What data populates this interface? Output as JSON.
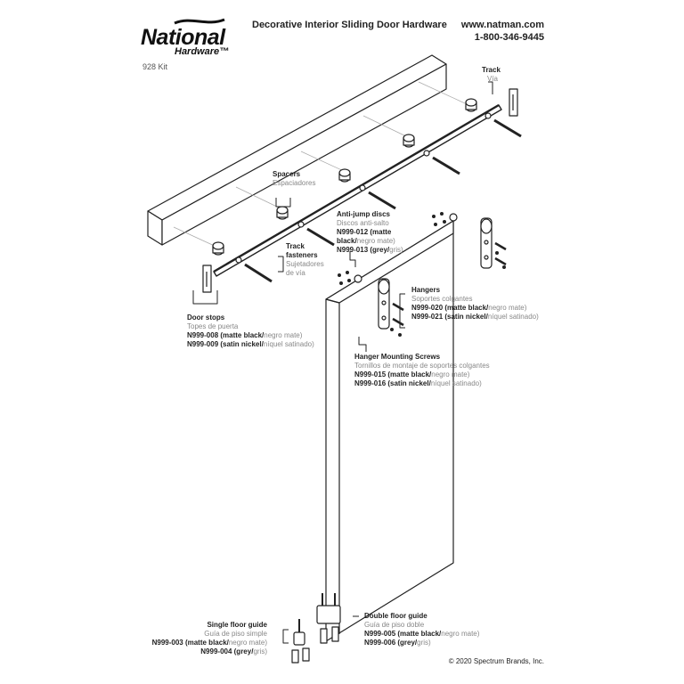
{
  "header": {
    "brand_top": "National",
    "brand_bottom": "Hardware",
    "trademark": "™",
    "kit": "928 Kit",
    "title": "Decorative Interior Sliding Door Hardware",
    "website": "www.natman.com",
    "phone": "1-800-346-9445"
  },
  "callouts": {
    "track": {
      "en": "Track",
      "es": "Vía"
    },
    "spacers": {
      "en": "Spacers",
      "es": "Espaciadores"
    },
    "track_fasteners": {
      "en1": "Track",
      "en2": "fasteners",
      "es1": "Sujetadores",
      "es2": "de vía"
    },
    "anti_jump": {
      "en": "Anti-jump discs",
      "es": "Discos anti-salto",
      "p1a": "N999-012 (matte",
      "p1b_bold": "black/",
      "p1b_gray": "negro mate)",
      "p2_bold": "N999-013 (grey/",
      "p2_gray": "gris)"
    },
    "hangers": {
      "en": "Hangers",
      "es": "Soportes colgantes",
      "p1_bold": "N999-020 (matte black/",
      "p1_gray": "negro mate)",
      "p2_bold": "N999-021 (satin nickel/",
      "p2_gray": "níquel satinado)"
    },
    "door_stops": {
      "en": "Door stops",
      "es": "Topes de puerta",
      "p1_bold": "N999-008 (matte black/",
      "p1_gray": "negro mate)",
      "p2_bold": "N999-009 (satin nickel/",
      "p2_gray": "níquel satinado)"
    },
    "hanger_screws": {
      "en": "Hanger Mounting Screws",
      "es": "Tornillos de montaje de soportes colgantes",
      "p1_bold": "N999-015 (matte black/",
      "p1_gray": "negro mate)",
      "p2_bold": "N999-016 (satin nickel/",
      "p2_gray": "níquel satinado)"
    },
    "single_guide": {
      "en": "Single floor guide",
      "es": "Guía de piso simple",
      "p1_bold": "N999-003 (matte black/",
      "p1_gray": "negro mate)",
      "p2_bold": "N999-004 (grey/",
      "p2_gray": "gris)"
    },
    "double_guide": {
      "en": "Double floor guide",
      "es": "Guía de piso doble",
      "p1_bold": "N999-005 (matte black/",
      "p1_gray": "negro mate)",
      "p2_bold": "N999-006 (grey/",
      "p2_gray": "gris)"
    }
  },
  "footer": {
    "copyright": "© 2020 Spectrum Brands, Inc."
  },
  "colors": {
    "line": "#222222",
    "muted": "#888888",
    "background": "#ffffff"
  }
}
